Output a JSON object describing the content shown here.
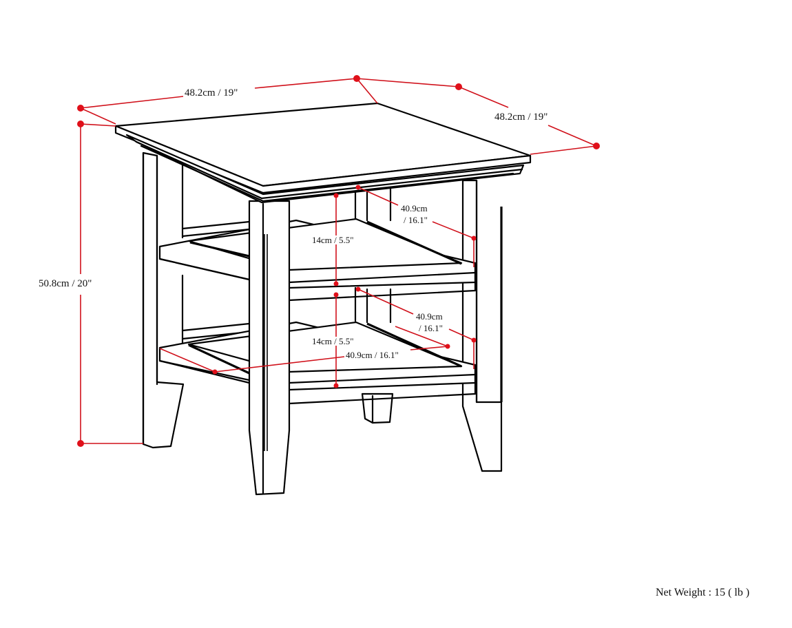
{
  "diagram": {
    "type": "product-dimension-drawing",
    "subject": "end table with two open shelves",
    "colors": {
      "line": "#000000",
      "dimension": "#d0101a",
      "background": "#ffffff"
    },
    "dimensions": {
      "width": "48.2cm / 19\"",
      "depth": "48.2cm / 19\"",
      "height": "50.8cm / 20\"",
      "upper_shelf_clearance": "14cm / 5.5\"",
      "upper_shelf_depth_line1": "40.9cm",
      "upper_shelf_depth_line2": "/ 16.1\"",
      "lower_shelf_clearance": "14cm / 5.5\"",
      "lower_shelf_depth_line1": "40.9cm",
      "lower_shelf_depth_line2": "/ 16.1\"",
      "lower_shelf_width": "40.9cm / 16.1\""
    },
    "net_weight": "Net Weight : 15 ( lb )"
  }
}
